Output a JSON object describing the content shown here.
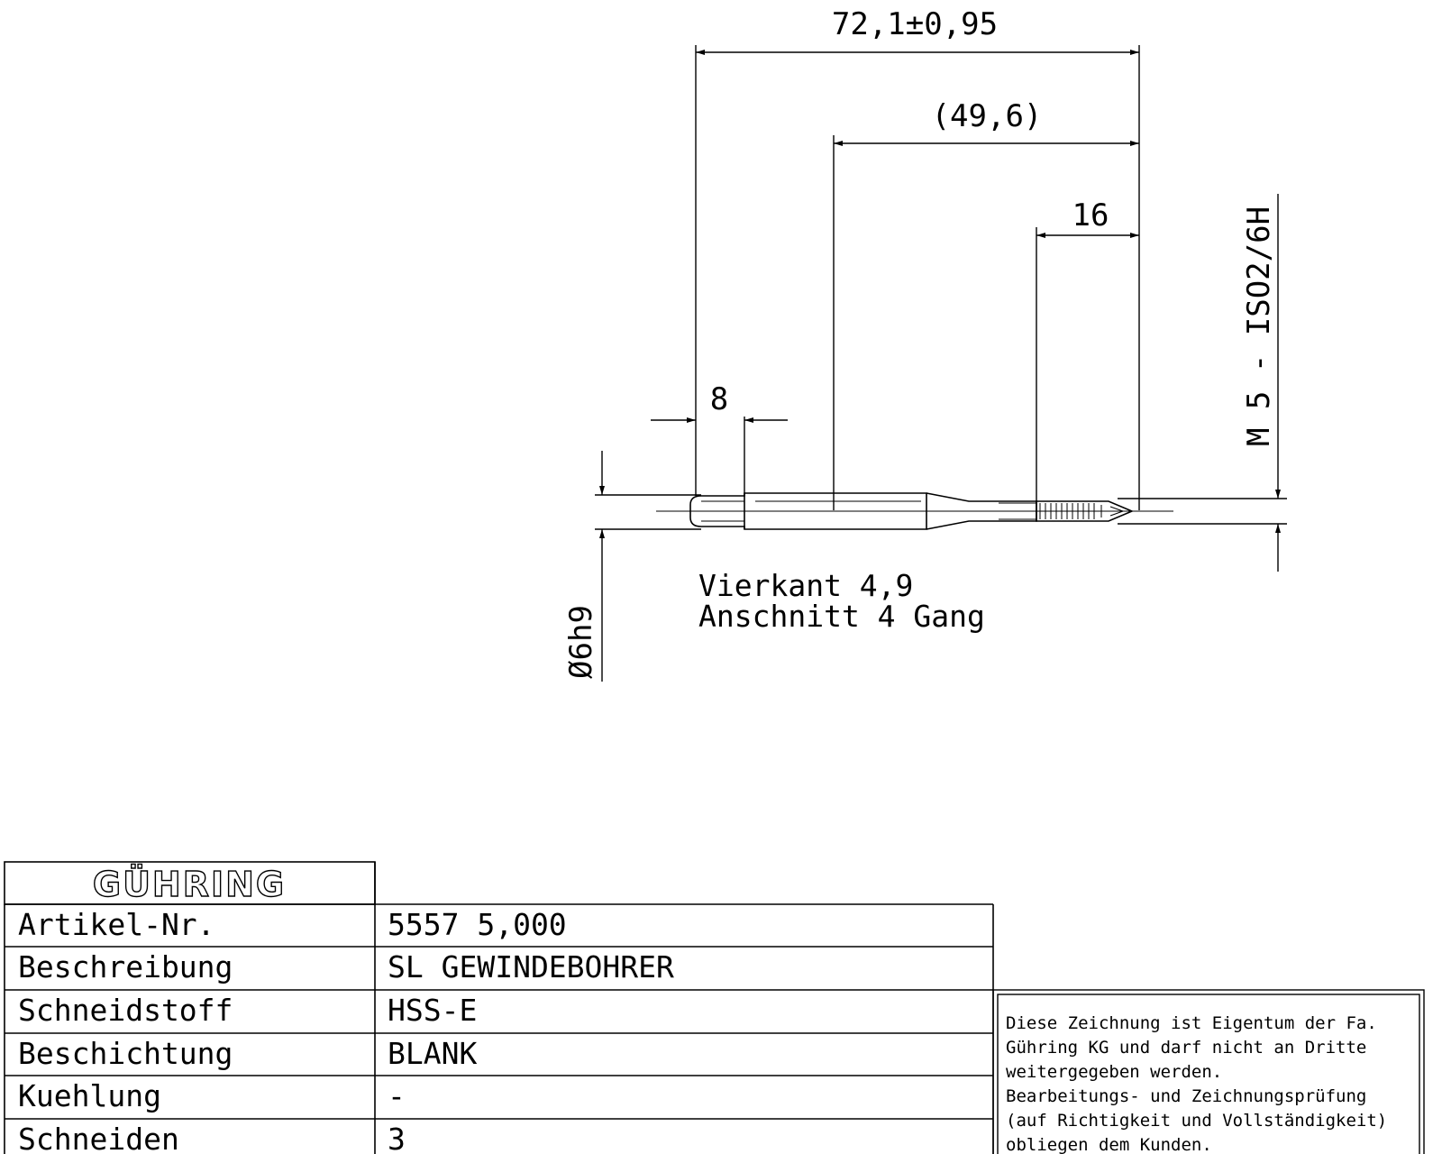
{
  "dimensions": {
    "overall_length": "72,1±0,95",
    "neck_length": "(49,6)",
    "thread_length": "16",
    "square_length": "8",
    "thread_spec": "M 5 - ISO2/6H",
    "shank_diameter": "Ø6h9"
  },
  "notes": {
    "line1": "Vierkant 4,9",
    "line2": "Anschnitt 4 Gang"
  },
  "title_block": {
    "logo": "GÜHRING",
    "rows": [
      {
        "label": "Artikel-Nr.",
        "value": "5557 5,000"
      },
      {
        "label": "Beschreibung",
        "value": "SL GEWINDEBOHRER"
      },
      {
        "label": "Schneidstoff",
        "value": "HSS-E"
      },
      {
        "label": "Beschichtung",
        "value": "BLANK"
      },
      {
        "label": "Kuehlung",
        "value": "-"
      },
      {
        "label": "Schneiden",
        "value": "3"
      }
    ]
  },
  "disclaimer": [
    "Diese Zeichnung ist Eigentum der Fa.",
    "Gühring KG und darf nicht an Dritte",
    "weitergegeben werden.",
    "Bearbeitungs- und Zeichnungsprüfung",
    "(auf Richtigkeit und Vollständigkeit)",
    "obliegen dem Kunden."
  ]
}
